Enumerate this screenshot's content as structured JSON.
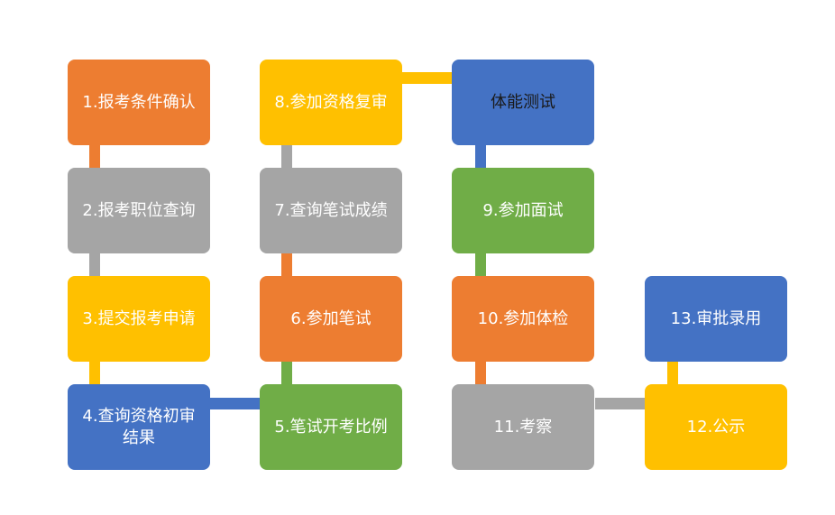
{
  "diagram": {
    "steps": [
      {
        "id": "s1",
        "label": "1.报考条件确认"
      },
      {
        "id": "s2",
        "label": "2.报考职位查询"
      },
      {
        "id": "s3",
        "label": "3.提交报考申请"
      },
      {
        "id": "s4",
        "label": "4.查询资格初审结果"
      },
      {
        "id": "s5",
        "label": "5.笔试开考比例"
      },
      {
        "id": "s6",
        "label": "6.参加笔试"
      },
      {
        "id": "s7",
        "label": "7.查询笔试成绩"
      },
      {
        "id": "s8",
        "label": "8.参加资格复审"
      },
      {
        "id": "s8b",
        "label": "体能测试"
      },
      {
        "id": "s9",
        "label": "9.参加面试"
      },
      {
        "id": "s10",
        "label": "10.参加体检"
      },
      {
        "id": "s11",
        "label": "11.考察"
      },
      {
        "id": "s12",
        "label": "12.公示"
      },
      {
        "id": "s13",
        "label": "13.审批录用"
      }
    ],
    "colors": {
      "orange": "#ED7D31",
      "gray": "#A5A5A5",
      "yellow": "#FFC000",
      "blue": "#4472C4",
      "green": "#70AD47"
    }
  }
}
